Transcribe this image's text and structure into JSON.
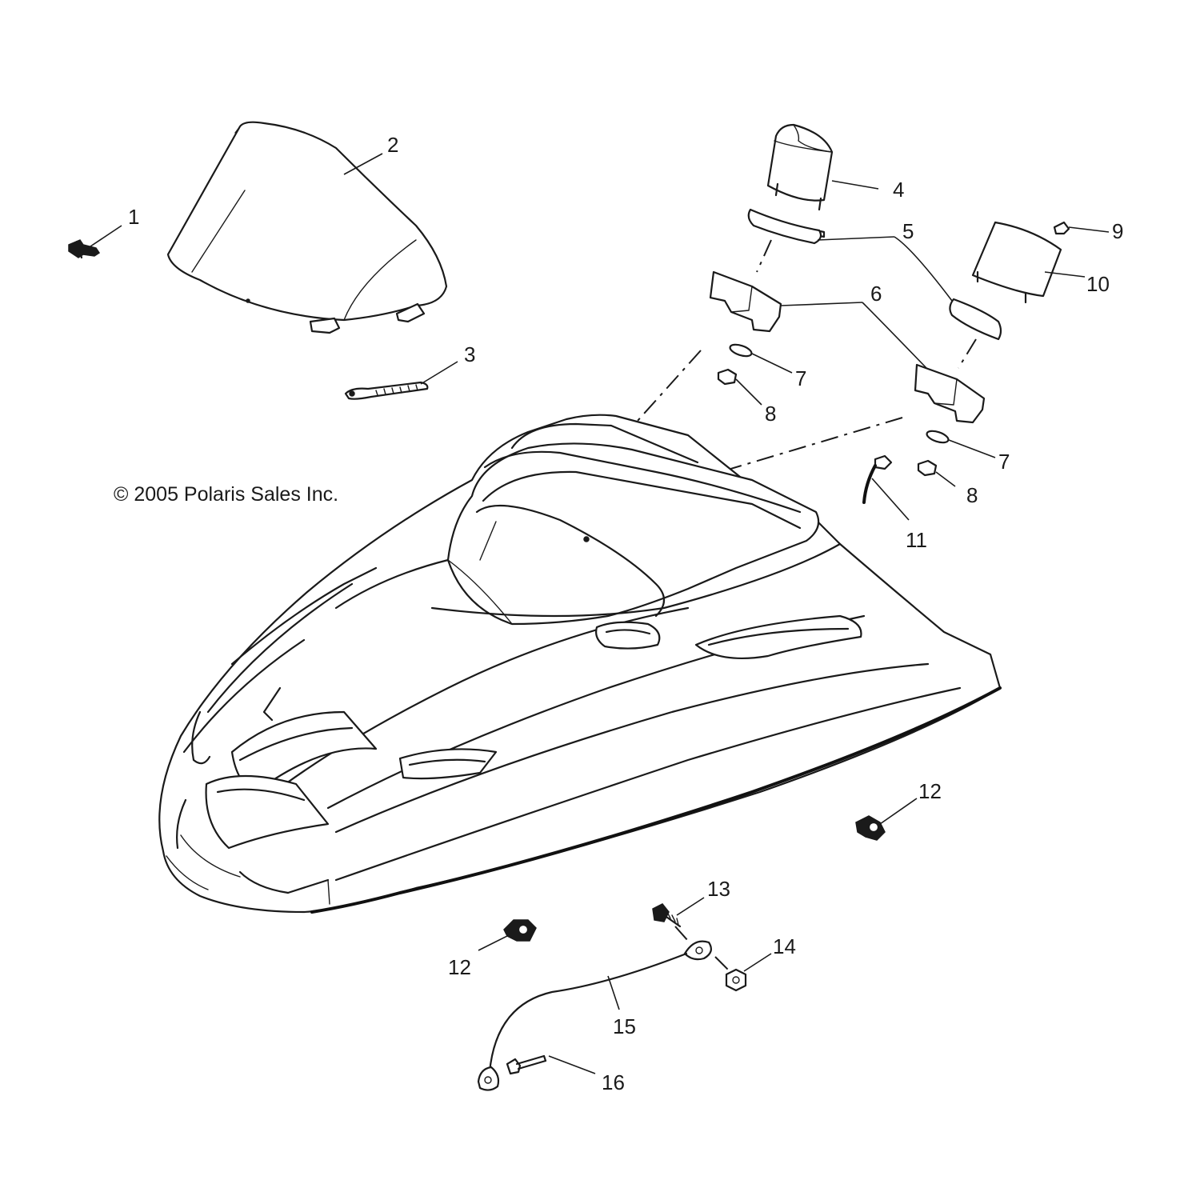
{
  "copyright": "© 2005 Polaris Sales Inc.",
  "callouts": {
    "c1": "1",
    "c2": "2",
    "c3": "3",
    "c4": "4",
    "c5": "5",
    "c6": "6",
    "c7a": "7",
    "c7b": "7",
    "c8a": "8",
    "c8b": "8",
    "c9": "9",
    "c10": "10",
    "c11": "11",
    "c12a": "12",
    "c12b": "12",
    "c13": "13",
    "c14": "14",
    "c15": "15",
    "c16": "16"
  }
}
